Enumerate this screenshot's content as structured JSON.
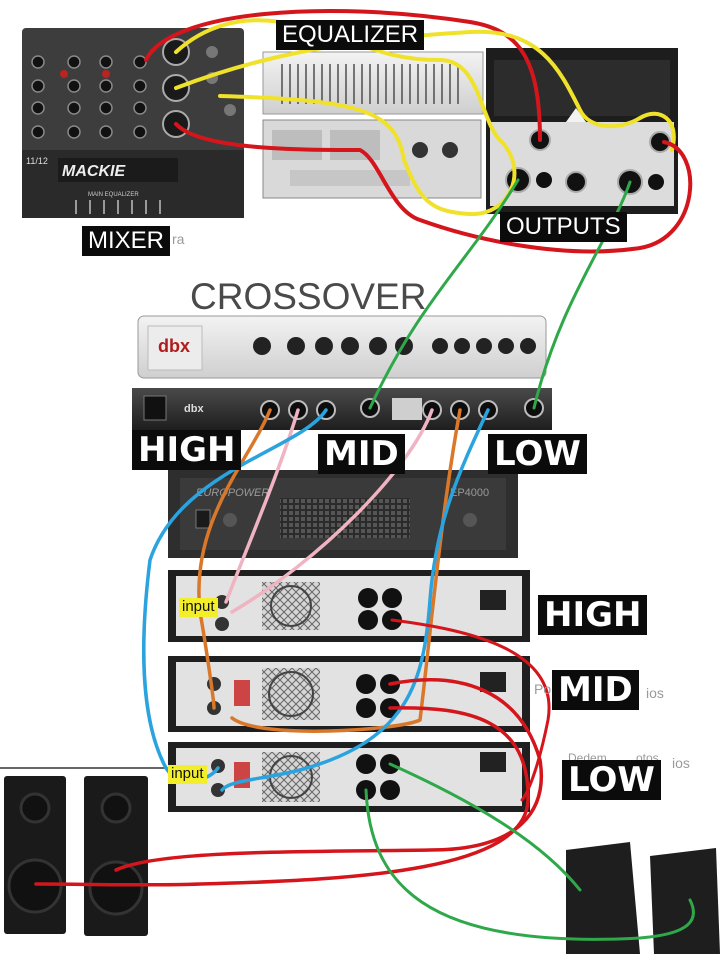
{
  "labels": {
    "equalizer": "EQUALIZER",
    "mixer": "MIXER",
    "outputs": "OUTPUTS",
    "crossover": "CROSSOVER",
    "high": "HIGH",
    "mid": "MID",
    "low": "LOW",
    "input": "input"
  },
  "device_text": {
    "mixer_brand": "MACKIE",
    "mixer_channels": "11/12",
    "mixer_section": "MAIN EQUALIZER",
    "crossover_brand": "dbx",
    "crossover_back_brand": "dbx",
    "power_amp_brand": "EUROPOWER",
    "power_amp_model": "EP4000"
  },
  "partial_text": {
    "near_mixer": "ra",
    "near_mid_amp_left": "Po",
    "near_mid_amp_right": "ios",
    "near_low_amp_left": "Dedem",
    "near_low_amp_mid": "otos",
    "near_low_amp_right": "ios"
  },
  "colors": {
    "label_bg": "#0b0b0b",
    "input_tag": "#f2ef2a",
    "cable_red": "#d4161c",
    "cable_yellow": "#f0e22a",
    "cable_green": "#2fa84a",
    "cable_blue": "#2aa3df",
    "cable_orange": "#d9782a",
    "cable_pink": "#efb3c2"
  }
}
